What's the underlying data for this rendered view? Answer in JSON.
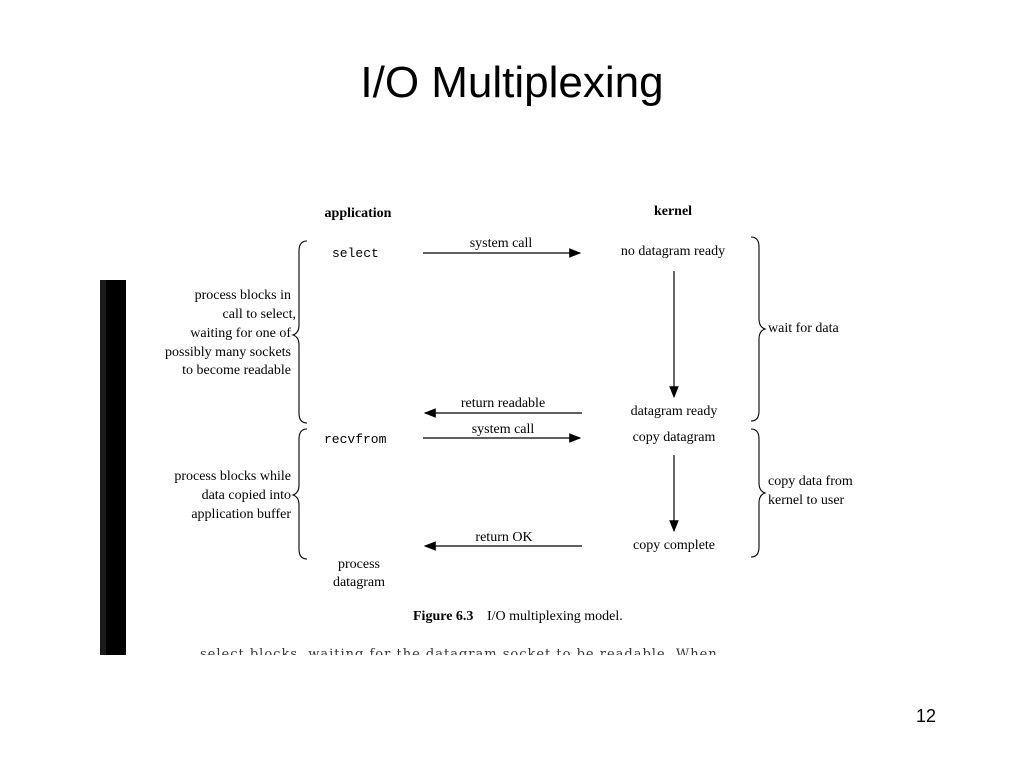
{
  "slide": {
    "title": "I/O Multiplexing",
    "page_number": "12"
  },
  "diagram": {
    "column_application": "application",
    "column_kernel": "kernel",
    "app_select": "select",
    "app_recvfrom": "recvfrom",
    "app_process_line1": "process",
    "app_process_line2": "datagram",
    "arrow_system_call_1": "system call",
    "arrow_return_readable": "return readable",
    "arrow_system_call_2": "system call",
    "arrow_return_ok": "return OK",
    "kernel_no_datagram_ready": "no datagram ready",
    "kernel_datagram_ready": "datagram ready",
    "kernel_copy_datagram": "copy datagram",
    "kernel_copy_complete": "copy complete",
    "left_note_1": [
      "process blocks in",
      "call to select,",
      "waiting for one of",
      "possibly many sockets",
      "to become readable"
    ],
    "left_note_2": [
      "process blocks while",
      "data copied into",
      "application buffer"
    ],
    "right_note_1": "wait for data",
    "right_note_2": [
      "copy data from",
      "kernel to user"
    ],
    "caption_label": "Figure 6.3",
    "caption_text": "I/O multiplexing model.",
    "cutoff_text": "select blocks, waiting for the datagram socket to be readable. When"
  }
}
